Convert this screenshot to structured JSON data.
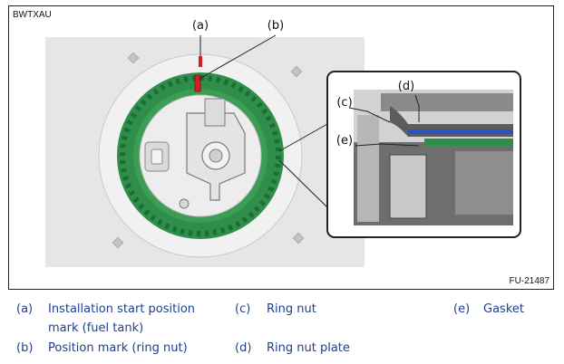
{
  "figure": {
    "code": "BWTXAU",
    "ref": "FU-21487",
    "callouts": {
      "a": "(a)",
      "b": "(b)",
      "c": "(c)",
      "d": "(d)",
      "e": "(e)"
    }
  },
  "legend": [
    {
      "key": "(a)",
      "text_line1": "Installation start position",
      "text_line2": "mark (fuel tank)"
    },
    {
      "key": "(b)",
      "text_line1": "Position mark (ring nut)"
    },
    {
      "key": "(c)",
      "text_line1": "Ring nut"
    },
    {
      "key": "(d)",
      "text_line1": "Ring nut plate"
    },
    {
      "key": "(e)",
      "text_line1": "Gasket"
    }
  ],
  "colors": {
    "ring_green": "#2f8f4a",
    "mark_red": "#d81e1e",
    "gasket_blue": "#2a52c8",
    "legend_blue": "#1e3f8f"
  }
}
